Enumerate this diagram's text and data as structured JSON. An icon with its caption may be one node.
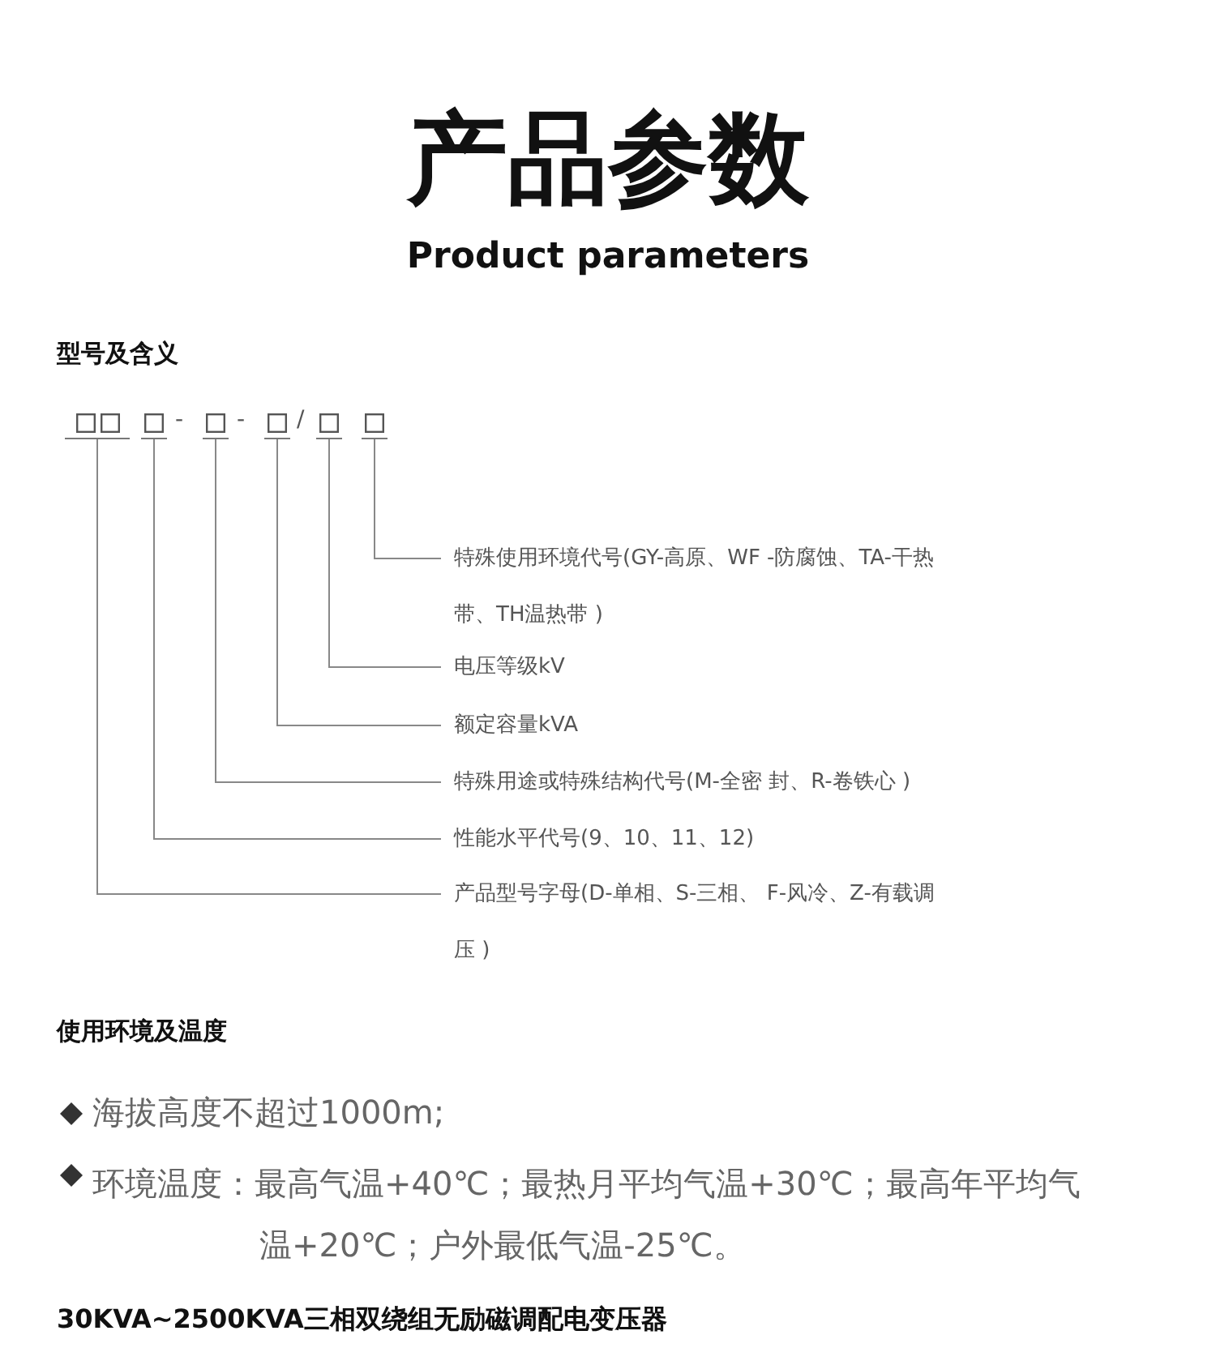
{
  "diagram": {
    "title": "产品参数",
    "nodes": [
      {
        "text": [],
        "shape": "box"
      },
      {
        "text": [],
        "shape": "box"
      },
      {
        "text": [],
        "shape": "box"
      },
      {
        "text": [],
        "shape": "box"
      },
      {
        "text": [],
        "shape": "box"
      },
      {
        "text": [],
        "shape": "box"
      },
      {
        "text": [
          "特殊使用环境代号(GY-高原、WF -防腐蚀、TA-干热带、TH温热带 )"
        ]
      },
      {
        "text": [
          "电压等级kV"
        ]
      },
      {
        "text": [
          "额定容量kVA"
        ]
      },
      {
        "text": [
          "特殊用途或特殊结构代号(M-全密 封、R-卷铁心 )"
        ]
      },
      {
        "text": [
          "性能水平代号(9、10、11、12)"
        ]
      },
      {
        "text": [
          "产品型号字母(D-单相、S-三相、 F-风冷、Z-有载调压 )"
        ]
      }
    ],
    "edges": [
      {
        "from": 5,
        "to": 6,
        "arrow": "none"
      },
      {
        "from": 4,
        "to": 7,
        "arrow": "none"
      },
      {
        "from": 3,
        "to": 8,
        "arrow": "none"
      },
      {
        "from": 2,
        "to": 9,
        "arrow": "none"
      },
      {
        "from": 1,
        "to": 10,
        "arrow": "none"
      },
      {
        "from": 0,
        "to": 11,
        "arrow": "none"
      }
    ],
    "labels": [
      "Product parameters",
      "型号及含义",
      "-",
      "-",
      "/",
      "使用环境及温度",
      "海拔高度不超过1000m;",
      "环境温度：最高气温+40℃；最热月平均气温+30℃；最高年平均气温+20℃；户外最低气温-25℃。",
      "30KVA~2500KVA三相双绕组无励磁调配电变压器"
    ]
  }
}
